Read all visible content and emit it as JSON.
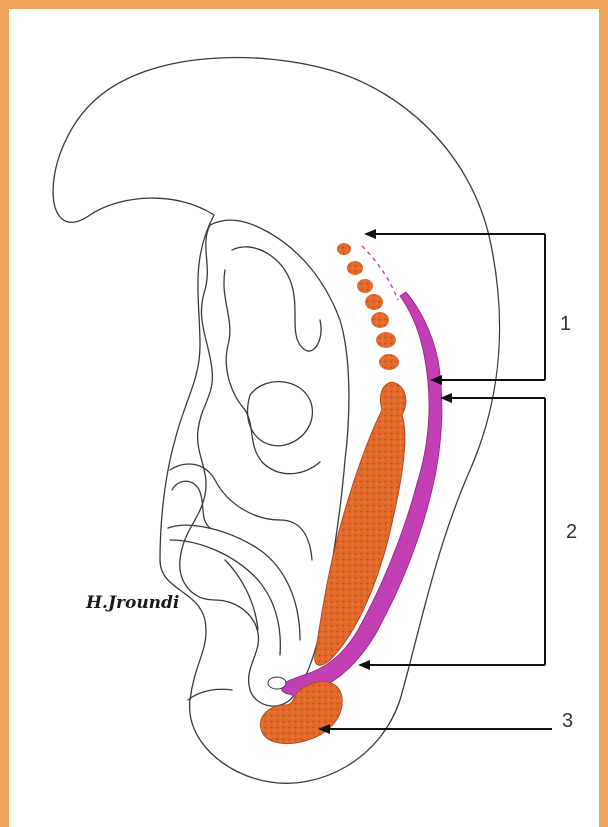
{
  "labels": {
    "one": "1",
    "two": "2",
    "three": "3"
  },
  "signature": "H.Jroundi",
  "colors": {
    "frame": "#f0a45b",
    "mesoderm_orange": "#e2672a",
    "duct_magenta": "#c23fb4",
    "outline": "#3a3a3a"
  }
}
